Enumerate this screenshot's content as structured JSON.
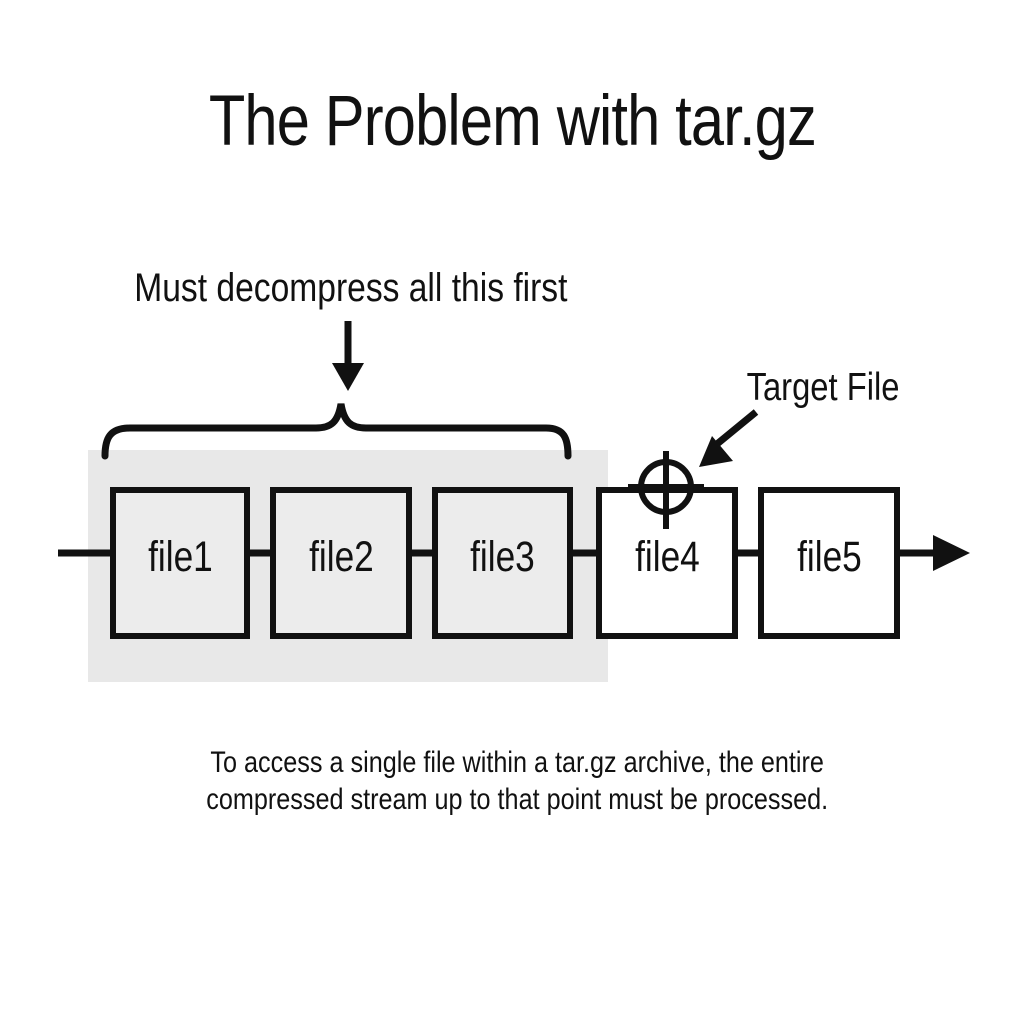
{
  "title": "The Problem with tar.gz",
  "annotations": {
    "decompress": "Must decompress all this first",
    "target": "Target File"
  },
  "stream": {
    "files": [
      {
        "label": "file1",
        "shaded": true
      },
      {
        "label": "file2",
        "shaded": true
      },
      {
        "label": "file3",
        "shaded": true
      },
      {
        "label": "file4",
        "shaded": false
      },
      {
        "label": "file5",
        "shaded": false
      }
    ],
    "flow_direction": "left-to-right"
  },
  "caption": {
    "line1": "To access a single file within a tar.gz archive, the entire",
    "line2": "compressed stream up to that point must be processed."
  },
  "colors": {
    "ink": "#111111",
    "shaded_region": "#e8e8e8",
    "shaded_box_fill": "#ececec",
    "plain_box_fill": "#ffffff",
    "background": "#ffffff"
  }
}
